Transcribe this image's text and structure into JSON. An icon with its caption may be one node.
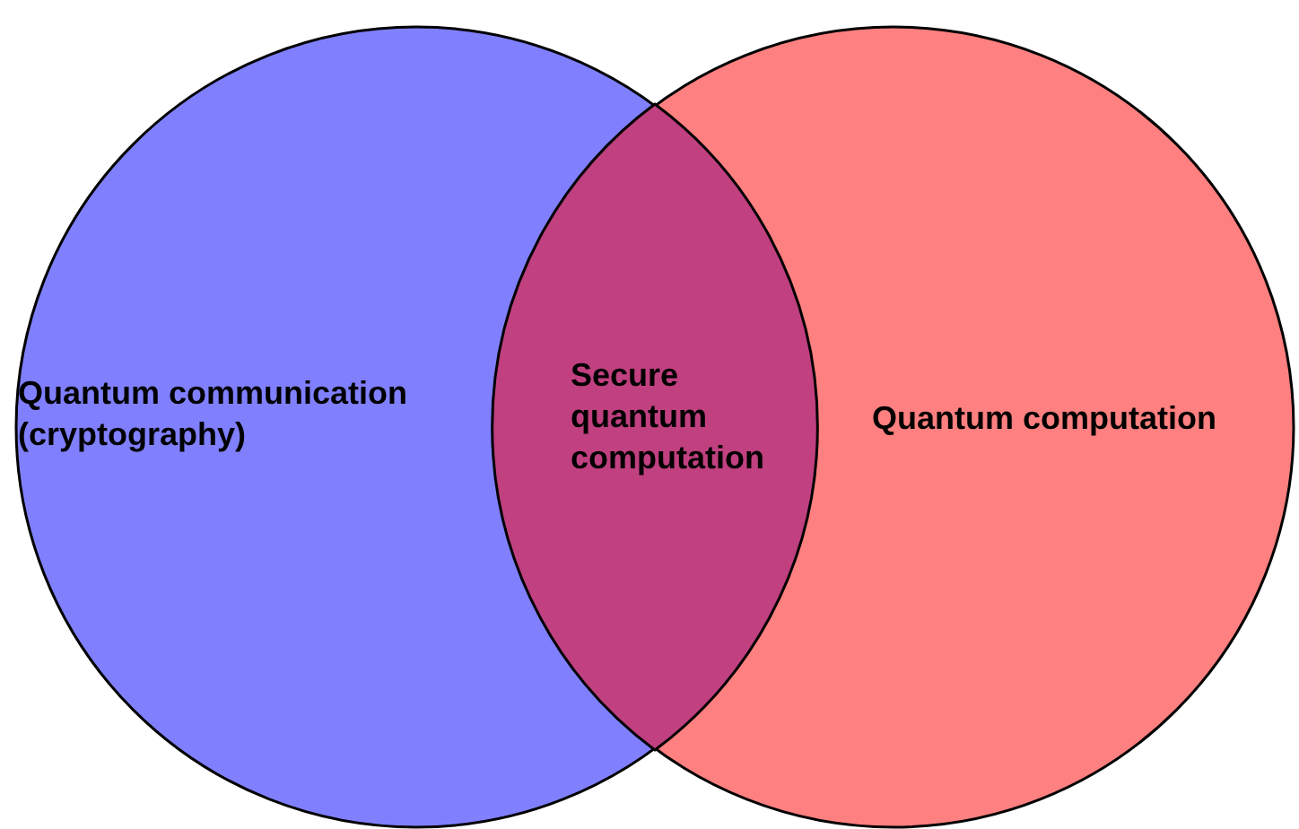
{
  "diagram": {
    "nodes": [
      {
        "text": [
          "Quantum communication (cryptography)"
        ]
      },
      {
        "text": [
          "Quantum computation"
        ]
      },
      {
        "text": [
          "Secure quantum computation"
        ]
      }
    ]
  }
}
